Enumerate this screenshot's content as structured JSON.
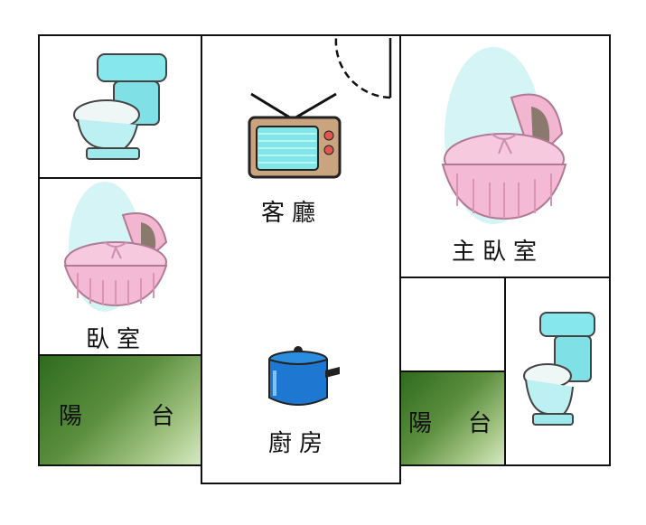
{
  "rooms": {
    "living_room": "客廳",
    "kitchen": "廚房",
    "master_bedroom": "主臥室",
    "bedroom": "臥室"
  },
  "balconies": {
    "left": {
      "char1": "陽",
      "char2": "台"
    },
    "right": {
      "char1": "陽",
      "char2": "台"
    }
  },
  "icons": [
    "toilet-icon",
    "cradle-icon",
    "tv-icon",
    "pot-icon",
    "door-swing-icon"
  ]
}
